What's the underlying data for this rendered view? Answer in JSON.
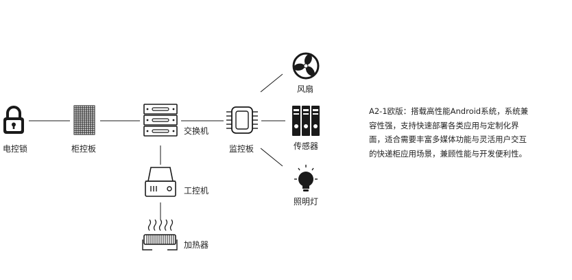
{
  "nodes": {
    "lock": {
      "label": "电控锁",
      "icon": "padlock-icon"
    },
    "cabinet_board": {
      "label": "柜控板",
      "icon": "grid-board-icon"
    },
    "switch": {
      "label": "交换机",
      "icon": "server-rack-icon"
    },
    "monitor_board": {
      "label": "监控板",
      "icon": "chip-icon"
    },
    "fan": {
      "label": "风扇",
      "icon": "fan-icon"
    },
    "sensor": {
      "label": "传感器",
      "icon": "sensor-icon"
    },
    "light": {
      "label": "照明灯",
      "icon": "bulb-icon"
    },
    "ipc": {
      "label": "工控机",
      "icon": "industrial-pc-icon"
    },
    "heater": {
      "label": "加热器",
      "icon": "heater-icon"
    }
  },
  "description": {
    "lines": [
      "A2-1欧版：搭载高性能Android系统，系统兼",
      "容性强，支持快速部署各类应用与定制化界",
      "面，适合需要丰富多媒体功能与灵活用户交互",
      "的快递柜应用场景，兼顾性能与开发便利性。"
    ]
  },
  "colors": {
    "stroke": "#1a1a1a",
    "background": "#ffffff"
  }
}
